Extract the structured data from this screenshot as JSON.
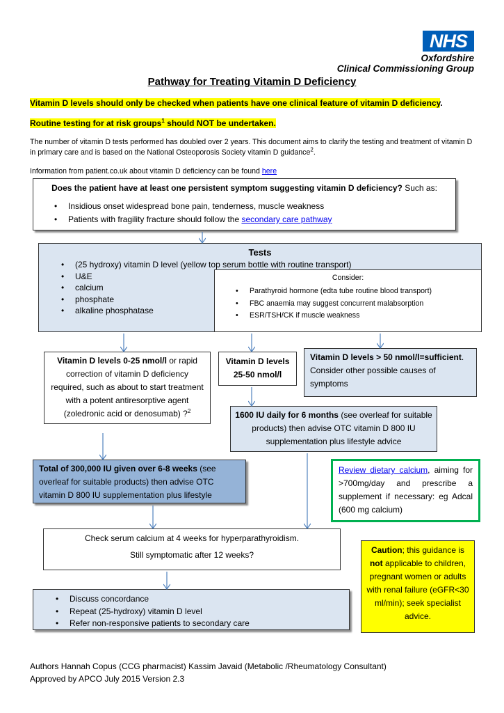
{
  "logo": {
    "nhs_text": "NHS",
    "org_line1": "Oxfordshire",
    "org_line2": "Clinical Commissioning Group"
  },
  "title": "Pathway for Treating Vitamin D Deficiency",
  "highlight1": "Vitamin D levels should only be checked when patients have one clinical feature of vitamin D deficiency",
  "highlight1_end": ".",
  "highlight2_a": "Routine testing for at risk groups",
  "highlight2_sup": "1",
  "highlight2_b": " should NOT be undertaken.",
  "intro_a": "The number of vitamin D tests performed has doubled over 2 years. This document aims to clarify the testing and treatment of vitamin D in primary care and is based on the National Osteoporosis Society vitamin D guidance",
  "intro_sup": "2",
  "intro_end": ".",
  "info_text": "Information from patient.co.uk about vitamin D deficiency can be found ",
  "info_link": "here",
  "symptom_box": {
    "question_bold": "Does the patient have at least one persistent symptom suggesting vitamin D deficiency?",
    "question_rest": " Such as:",
    "bullet1": "Insidious onset widespread bone pain, tenderness, muscle weakness",
    "bullet2_text": "Patients with fragility fracture should follow the ",
    "bullet2_link": "secondary care pathway"
  },
  "tests_box": {
    "heading": "Tests",
    "items": [
      "(25 hydroxy) vitamin D level (yellow top serum bottle with routine transport)",
      "U&E",
      "calcium",
      "phosphate",
      "alkaline phosphatase"
    ]
  },
  "consider_box": {
    "heading": "Consider:",
    "items": [
      "Parathyroid hormone (edta tube routine blood transport)",
      "FBC anaemia may suggest concurrent malabsorption",
      "ESR/TSH/CK if muscle weakness"
    ]
  },
  "low_box": {
    "bold": "Vitamin D levels 0-25 nmol/l",
    "rest": " or rapid correction of vitamin D deficiency required, such as about to start treatment with a potent antiresorptive agent (zoledronic acid or denosumab) ?",
    "sup": "2"
  },
  "mid_box": {
    "line1": "Vitamin D levels",
    "line2": "25-50 nmol/l"
  },
  "high_box": {
    "bold": "Vitamin D levels > 50 nmol/l=sufficient",
    "rest": ". Consider other possible causes of symptoms"
  },
  "iu1600_box": {
    "bold": "1600 IU daily for 6 months",
    "rest": " (see overleaf for suitable products) then advise OTC vitamin D 800 IU supplementation plus lifestyle advice"
  },
  "iu300k_box": {
    "bold": "Total of 300,000 IU given over 6-8 weeks",
    "rest": " (see overleaf for suitable products) then advise OTC vitamin D 800 IU supplementation plus lifestyle"
  },
  "dietary_box": {
    "link": "Review dietary calcium",
    "rest": ", aiming for >700mg/day and prescribe a supplement if necessary: eg Adcal (600 mg calcium)"
  },
  "check_box": {
    "line1": "Check serum calcium at 4 weeks for hyperparathyroidism.",
    "line2": "Still symptomatic after 12 weeks?"
  },
  "final_box": {
    "items": [
      "Discuss concordance",
      "Repeat (25-hydroxy) vitamin D level",
      "Refer non-responsive patients to secondary care"
    ]
  },
  "caution_box": {
    "bold": "Caution",
    "rest1": "; this guidance is ",
    "not": "not",
    "rest2": " applicable to children, pregnant women or adults with renal failure (eGFR<30 ml/min); seek specialist advice."
  },
  "footer": {
    "line1": "Authors Hannah Copus (CCG pharmacist) Kassim Javaid (Metabolic /Rheumatology Consultant)",
    "line2": "Approved by APCO July 2015 Version 2.3"
  },
  "colors": {
    "nhs_blue": "#005eb8",
    "box_blue": "#dbe5f1",
    "dark_blue": "#95b3d7",
    "green": "#00b050",
    "yellow": "#ffff00",
    "arrow": "#4f81bd"
  }
}
